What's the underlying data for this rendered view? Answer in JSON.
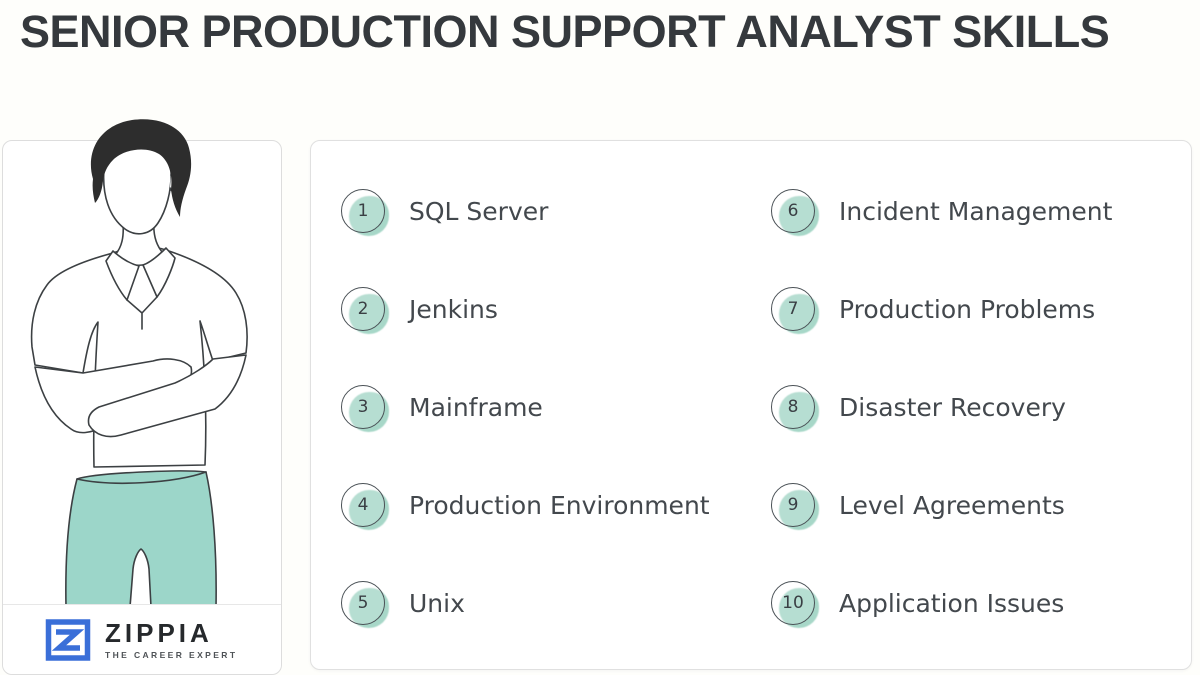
{
  "page": {
    "title": "SENIOR PRODUCTION SUPPORT ANALYST SKILLS"
  },
  "logo": {
    "brand": "ZIPPIA",
    "tagline": "THE CAREER EXPERT",
    "icon": "zippia-z-icon",
    "blue": "#3a6fd8"
  },
  "illustration": {
    "description": "line drawing of a man with dark hair, white polo shirt, arms crossed, teal trousers"
  },
  "colors": {
    "accent_teal_pants": "#9cd6c9",
    "badge_teal": "#a7d7c8",
    "title_text": "#35393d",
    "item_text": "#43484d",
    "card_border": "#dedede",
    "hair": "#2d2d2d"
  },
  "skills": {
    "columns": [
      {
        "items": [
          {
            "number": "1",
            "label": "SQL Server"
          },
          {
            "number": "2",
            "label": "Jenkins"
          },
          {
            "number": "3",
            "label": "Mainframe"
          },
          {
            "number": "4",
            "label": "Production Environment"
          },
          {
            "number": "5",
            "label": "Unix"
          }
        ]
      },
      {
        "items": [
          {
            "number": "6",
            "label": "Incident Management"
          },
          {
            "number": "7",
            "label": "Production Problems"
          },
          {
            "number": "8",
            "label": "Disaster Recovery"
          },
          {
            "number": "9",
            "label": "Level Agreements"
          },
          {
            "number": "10",
            "label": "Application Issues"
          }
        ]
      }
    ]
  }
}
